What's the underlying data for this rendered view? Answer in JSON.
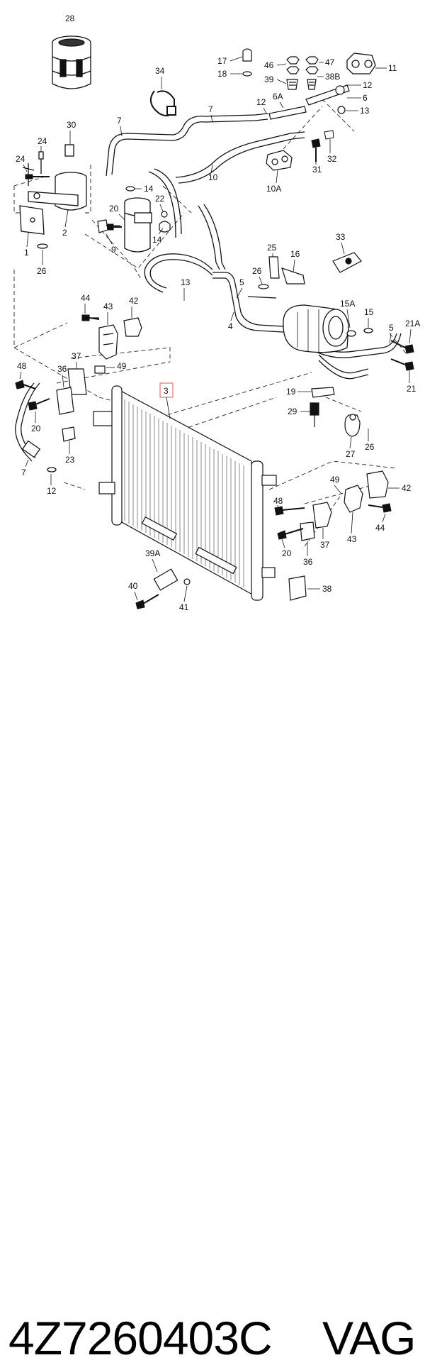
{
  "callouts": [
    {
      "id": "c28",
      "text": "28"
    },
    {
      "id": "c17",
      "text": "17"
    },
    {
      "id": "c18",
      "text": "18"
    },
    {
      "id": "c46",
      "text": "46"
    },
    {
      "id": "c47",
      "text": "47"
    },
    {
      "id": "c11",
      "text": "11"
    },
    {
      "id": "c34",
      "text": "34"
    },
    {
      "id": "c39",
      "text": "39"
    },
    {
      "id": "c38B",
      "text": "38B"
    },
    {
      "id": "c12a",
      "text": "12"
    },
    {
      "id": "c6A",
      "text": "6A"
    },
    {
      "id": "c6",
      "text": "6"
    },
    {
      "id": "c13a",
      "text": "13"
    },
    {
      "id": "c12b",
      "text": "12"
    },
    {
      "id": "c7a",
      "text": "7"
    },
    {
      "id": "c7b",
      "text": "7"
    },
    {
      "id": "c30",
      "text": "30"
    },
    {
      "id": "c24a",
      "text": "24"
    },
    {
      "id": "c24b",
      "text": "24"
    },
    {
      "id": "c31",
      "text": "31"
    },
    {
      "id": "c32",
      "text": "32"
    },
    {
      "id": "c10",
      "text": "10"
    },
    {
      "id": "c10A",
      "text": "10A"
    },
    {
      "id": "c14a",
      "text": "14"
    },
    {
      "id": "c22",
      "text": "22"
    },
    {
      "id": "c20a",
      "text": "20"
    },
    {
      "id": "c2",
      "text": "2"
    },
    {
      "id": "c1",
      "text": "1"
    },
    {
      "id": "c9",
      "text": "9"
    },
    {
      "id": "c14b",
      "text": "14"
    },
    {
      "id": "c26a",
      "text": "26"
    },
    {
      "id": "c33",
      "text": "33"
    },
    {
      "id": "c25",
      "text": "25"
    },
    {
      "id": "c16",
      "text": "16"
    },
    {
      "id": "c26b",
      "text": "26"
    },
    {
      "id": "c13b",
      "text": "13"
    },
    {
      "id": "c5a",
      "text": "5"
    },
    {
      "id": "c44a",
      "text": "44"
    },
    {
      "id": "c43a",
      "text": "43"
    },
    {
      "id": "c42a",
      "text": "42"
    },
    {
      "id": "c4",
      "text": "4"
    },
    {
      "id": "c15A",
      "text": "15A"
    },
    {
      "id": "c15",
      "text": "15"
    },
    {
      "id": "c5b",
      "text": "5"
    },
    {
      "id": "c21A",
      "text": "21A"
    },
    {
      "id": "c37a",
      "text": "37"
    },
    {
      "id": "c48a",
      "text": "48"
    },
    {
      "id": "c36a",
      "text": "36"
    },
    {
      "id": "c49a",
      "text": "49"
    },
    {
      "id": "c3",
      "text": "3"
    },
    {
      "id": "c21",
      "text": "21"
    },
    {
      "id": "c19",
      "text": "19"
    },
    {
      "id": "c20b",
      "text": "20"
    },
    {
      "id": "c29",
      "text": "29"
    },
    {
      "id": "c23",
      "text": "23"
    },
    {
      "id": "c7c",
      "text": "7"
    },
    {
      "id": "c12c",
      "text": "12"
    },
    {
      "id": "c27",
      "text": "27"
    },
    {
      "id": "c26c",
      "text": "26"
    },
    {
      "id": "c49b",
      "text": "49"
    },
    {
      "id": "c42b",
      "text": "42"
    },
    {
      "id": "c48b",
      "text": "48"
    },
    {
      "id": "c44b",
      "text": "44"
    },
    {
      "id": "c20c",
      "text": "20"
    },
    {
      "id": "c37b",
      "text": "37"
    },
    {
      "id": "c43b",
      "text": "43"
    },
    {
      "id": "c36b",
      "text": "36"
    },
    {
      "id": "c39A",
      "text": "39A"
    },
    {
      "id": "c40",
      "text": "40"
    },
    {
      "id": "c41",
      "text": "41"
    },
    {
      "id": "c38",
      "text": "38"
    }
  ],
  "highlight_color": "#e05a5a",
  "footer": {
    "part_number": "4Z7260403C",
    "brand": "VAG"
  }
}
